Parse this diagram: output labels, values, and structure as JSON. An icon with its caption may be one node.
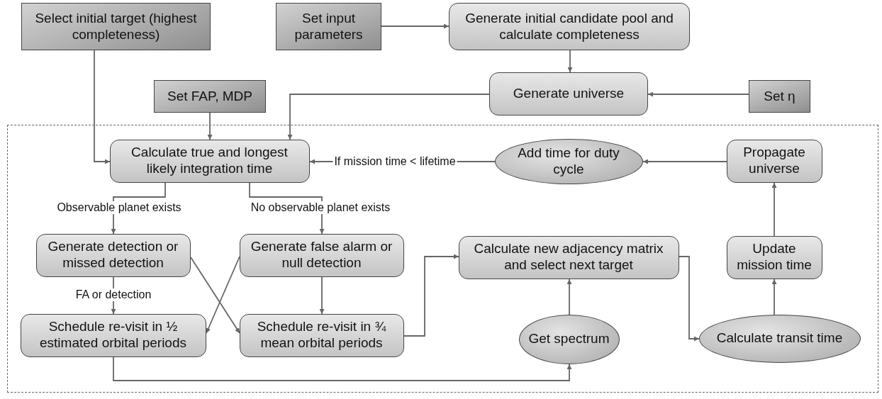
{
  "diagram": {
    "nodes": [
      {
        "text": [],
        "shape": "box"
      },
      {
        "text": [
          "Select initial target (highest completeness)"
        ]
      },
      {
        "text": [
          "Set input parameters"
        ]
      },
      {
        "text": [
          "Generate initial candidate pool and calculate completeness"
        ]
      },
      {
        "text": [
          "Set FAP, MDP"
        ]
      },
      {
        "text": [
          "Generate universe"
        ]
      },
      {
        "text": [
          "Set η"
        ]
      },
      {
        "text": [
          "Calculate true and longest likely integration time"
        ],
        "in": 0
      },
      {
        "text": [
          "Add time for duty cycle"
        ],
        "in": 0
      },
      {
        "text": [
          "Propagate universe"
        ],
        "in": 0
      },
      {
        "text": [
          "Generate detection or missed detection"
        ],
        "in": 0
      },
      {
        "text": [
          "Generate false alarm or null detection"
        ],
        "in": 0
      },
      {
        "text": [
          "Calculate new adjacency matrix and select next target"
        ],
        "in": 0
      },
      {
        "text": [
          "Update mission time"
        ],
        "in": 0
      },
      {
        "text": [
          "Schedule re-visit in ½ estimated orbital periods"
        ],
        "in": 0
      },
      {
        "text": [
          "Schedule re-visit in ¾ mean orbital periods"
        ],
        "in": 0
      },
      {
        "text": [
          "Get spectrum"
        ],
        "in": 0
      },
      {
        "text": [
          "Calculate transit time"
        ],
        "in": 0
      }
    ],
    "edges": [
      {
        "from": 2,
        "to": 3,
        "arrow": "to"
      },
      {
        "from": 3,
        "to": 5,
        "arrow": "to"
      },
      {
        "from": 6,
        "to": 5,
        "arrow": "to"
      },
      {
        "from": 1,
        "to": 7,
        "arrow": "to"
      },
      {
        "from": 4,
        "to": 7,
        "arrow": "to"
      },
      {
        "from": 5,
        "to": 7,
        "arrow": "to"
      },
      {
        "from": 8,
        "to": 7,
        "arrow": "to",
        "label": "If mission time < lifetime"
      },
      {
        "from": 9,
        "to": 8,
        "arrow": "to"
      },
      {
        "from": 7,
        "to": 10,
        "arrow": "to",
        "label": "Observable planet exists"
      },
      {
        "from": 7,
        "to": 11,
        "arrow": "to",
        "label": "No observable planet exists"
      },
      {
        "from": 10,
        "to": 14,
        "arrow": "to",
        "label": "FA or detection"
      },
      {
        "from": 10,
        "to": 15,
        "arrow": "to"
      },
      {
        "from": 11,
        "to": 14,
        "arrow": "to"
      },
      {
        "from": 11,
        "to": 15,
        "arrow": "to"
      },
      {
        "from": 15,
        "to": 12,
        "arrow": "to"
      },
      {
        "from": 16,
        "to": 12,
        "arrow": "to"
      },
      {
        "from": 14,
        "to": 16,
        "arrow": "to"
      },
      {
        "from": 12,
        "to": 17,
        "arrow": "to"
      },
      {
        "from": 17,
        "to": 13,
        "arrow": "to"
      },
      {
        "from": 13,
        "to": 9,
        "arrow": "to"
      }
    ]
  }
}
